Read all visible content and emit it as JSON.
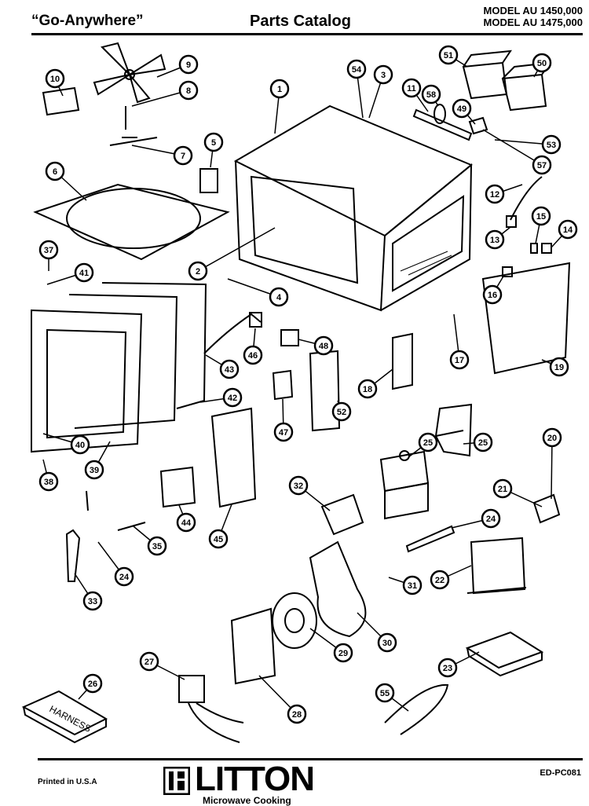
{
  "header": {
    "product": "“Go-Anywhere”",
    "title": "Parts Catalog",
    "models": [
      "MODEL AU 1450,000",
      "MODEL AU 1475,000"
    ]
  },
  "diagram": {
    "callouts": [
      "10",
      "9",
      "8",
      "7",
      "6",
      "5",
      "1",
      "54",
      "3",
      "11",
      "58",
      "49",
      "51",
      "50",
      "53",
      "57",
      "12",
      "13",
      "15",
      "14",
      "16",
      "19",
      "17",
      "37",
      "41",
      "2",
      "4",
      "48",
      "46",
      "43",
      "18",
      "42",
      "47",
      "52",
      "40",
      "39",
      "38",
      "25",
      "25",
      "20",
      "21",
      "24",
      "32",
      "44",
      "45",
      "35",
      "24",
      "33",
      "31",
      "22",
      "30",
      "29",
      "23",
      "27",
      "28",
      "55",
      "26"
    ],
    "harness_label": "HARNESS"
  },
  "footer": {
    "printed": "Printed in U.S.A",
    "brand": "LITTON",
    "tagline": "Microwave Cooking",
    "code": "ED-PC081"
  }
}
